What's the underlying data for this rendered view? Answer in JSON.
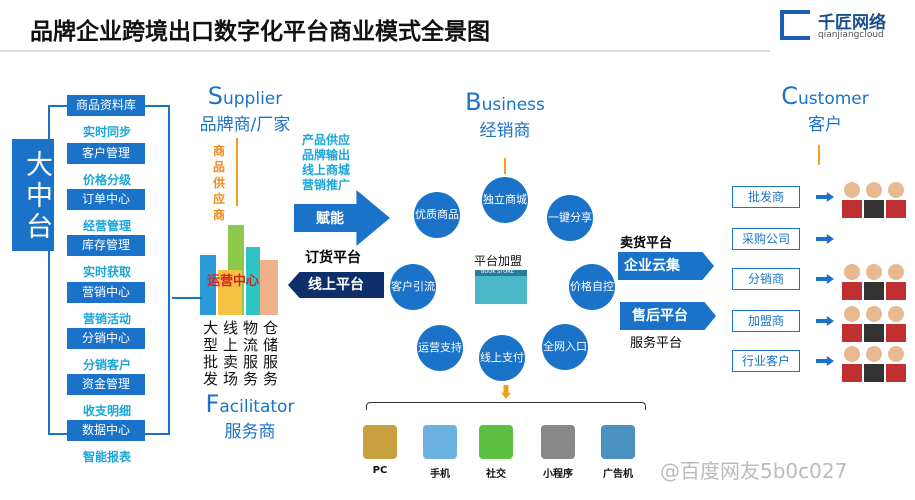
{
  "title": "品牌企业跨境出口数字化平台商业模式全景图",
  "logo": {
    "name": "千匠网络",
    "sub": "qianjiangcloud"
  },
  "middle_platform": {
    "label": "大中台",
    "blocks": [
      "商品资料库",
      "客户管理",
      "订单中心",
      "库存管理",
      "营销中心",
      "分销中心",
      "资金管理",
      "数据中心"
    ],
    "labels": [
      "实时同步",
      "价格分级",
      "经营管理",
      "实时获取",
      "营销活动",
      "分销客户",
      "收支明细",
      "智能报表"
    ]
  },
  "supplier": {
    "initial": "S",
    "rest": "upplier",
    "cn": "品牌商/厂家",
    "supply": "商品供应商",
    "center": "运营中心",
    "services": [
      "大型批发",
      "线上卖场",
      "物流服务",
      "仓储服务"
    ]
  },
  "facilitator": {
    "initial": "F",
    "rest": "acilitator",
    "cn": "服务商"
  },
  "empower": {
    "features": [
      "产品供应",
      "品牌输出",
      "线上商城",
      "营销推广"
    ],
    "arrow": "赋能",
    "order_label": "订货平台",
    "online": "线上平台"
  },
  "business": {
    "initial": "B",
    "rest": "usiness",
    "cn": "经销商",
    "center": "平台加盟",
    "store": "BOOK STORE",
    "nodes": [
      "独立商城",
      "一键分享",
      "价格自控",
      "全网入口",
      "线上支付",
      "运营支持",
      "客户引流",
      "优质商品"
    ]
  },
  "sales": {
    "label": "卖货平台",
    "arrow": "企业云集"
  },
  "aftersales": {
    "arrow": "售后平台",
    "label": "服务平台"
  },
  "customer": {
    "initial": "C",
    "rest": "ustomer",
    "cn": "客户",
    "types": [
      "批发商",
      "采购公司",
      "分销商",
      "加盟商",
      "行业客户"
    ]
  },
  "channels": [
    "PC",
    "手机",
    "社交",
    "小程序",
    "广告机"
  ],
  "watermark": "@百度网友5b0c027",
  "colors": {
    "primary": "#1a73c8",
    "dark": "#0f2f6b",
    "accent": "#1aa6d8",
    "orange": "#f08a1a"
  }
}
